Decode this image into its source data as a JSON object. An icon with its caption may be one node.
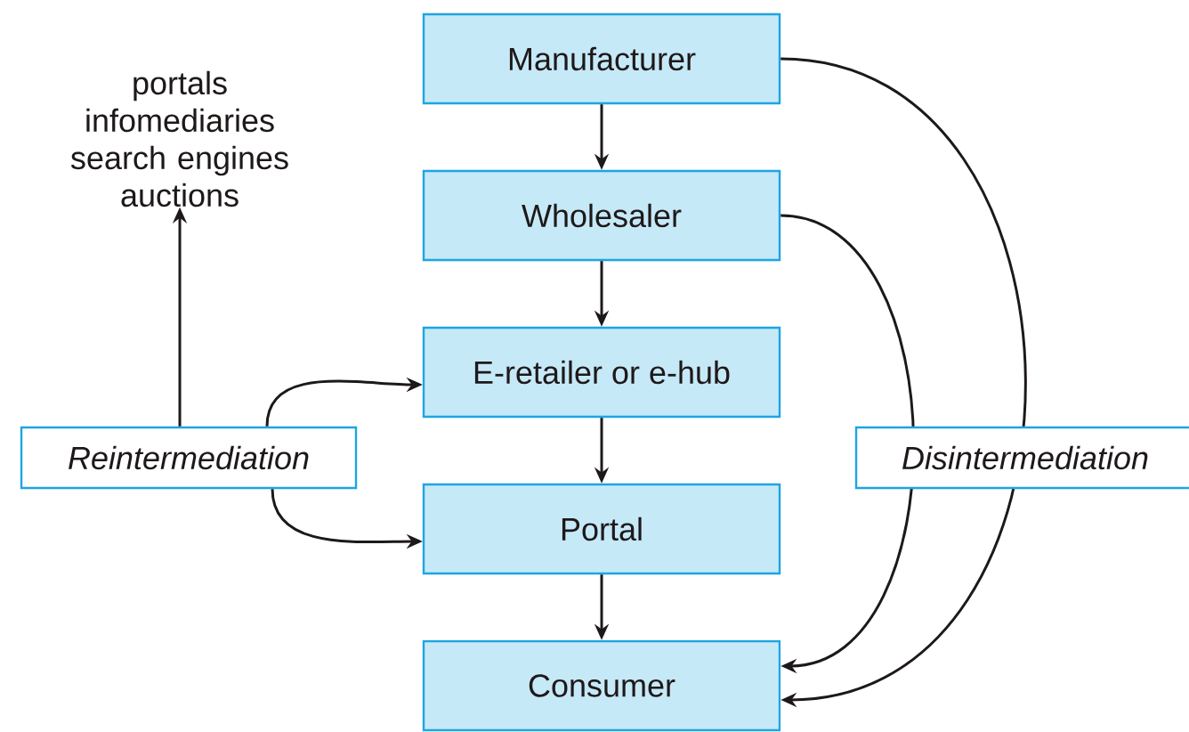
{
  "diagram": {
    "nodes": [
      {
        "text": [
          "Manufacturer"
        ]
      },
      {
        "text": [
          "Wholesaler"
        ]
      },
      {
        "text": [
          "E-retailer or e-hub"
        ]
      },
      {
        "text": [
          "Portal"
        ]
      },
      {
        "text": [
          "Consumer"
        ]
      },
      {
        "text": [
          "portals infomediaries search engines auctions"
        ]
      },
      {
        "text": [
          "Reintermediation"
        ]
      }
    ],
    "edges": [
      {
        "from": 0,
        "to": 1,
        "arrow": "to"
      },
      {
        "from": 1,
        "to": 2,
        "arrow": "to"
      },
      {
        "from": 2,
        "to": 3,
        "arrow": "to"
      },
      {
        "from": 3,
        "to": 4,
        "arrow": "to"
      },
      {
        "from": 6,
        "to": 5,
        "arrow": "to"
      },
      {
        "from": 6,
        "to": 2,
        "arrow": "to"
      },
      {
        "from": 6,
        "to": 3,
        "arrow": "to"
      },
      {
        "from": 0,
        "to": 4,
        "arrow": "to",
        "label": "Disintermediation"
      },
      {
        "from": 1,
        "to": 4,
        "arrow": "to"
      }
    ]
  }
}
